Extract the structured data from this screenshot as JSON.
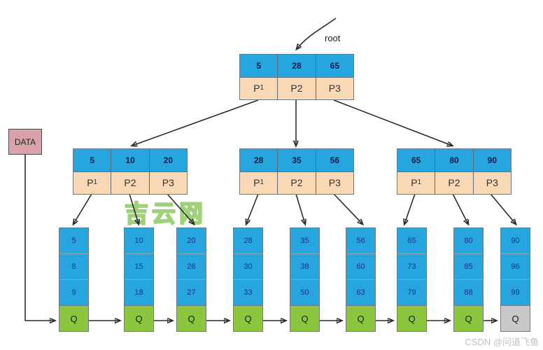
{
  "labels": {
    "root": "root",
    "data": "DATA"
  },
  "watermarks": {
    "center": "吉云网",
    "footer": "CSDN @问道飞鱼"
  },
  "colors": {
    "key_bg": "#27a5de",
    "ptr_bg": "#f9d9b5",
    "q_green": "#8cc63f",
    "q_gray": "#c8c8c8",
    "data_bg": "#d9a2ab",
    "wm_green": "#cdeab4",
    "wm_gray": "#c2c2c2",
    "arrow": "#2b2b2b"
  },
  "root_node": {
    "keys": [
      "5",
      "28",
      "65"
    ],
    "pointers": [
      {
        "base": "P",
        "sub": "1"
      },
      {
        "base": "P2",
        "sub": ""
      },
      {
        "base": "P3",
        "sub": ""
      }
    ]
  },
  "internal_nodes": [
    {
      "keys": [
        "5",
        "10",
        "20"
      ],
      "pointers": [
        {
          "base": "P",
          "sub": "1"
        },
        {
          "base": "P2",
          "sub": ""
        },
        {
          "base": "P3",
          "sub": ""
        }
      ]
    },
    {
      "keys": [
        "28",
        "35",
        "56"
      ],
      "pointers": [
        {
          "base": "P",
          "sub": "1"
        },
        {
          "base": "P2",
          "sub": ""
        },
        {
          "base": "P3",
          "sub": ""
        }
      ]
    },
    {
      "keys": [
        "65",
        "80",
        "90"
      ],
      "pointers": [
        {
          "base": "P",
          "sub": "1"
        },
        {
          "base": "P2",
          "sub": ""
        },
        {
          "base": "P3",
          "sub": ""
        }
      ]
    }
  ],
  "leaf_nodes": [
    {
      "values": [
        "5",
        "8",
        "9"
      ],
      "tail": "Q"
    },
    {
      "values": [
        "10",
        "15",
        "18"
      ],
      "tail": "Q"
    },
    {
      "values": [
        "20",
        "26",
        "27"
      ],
      "tail": "Q"
    },
    {
      "values": [
        "28",
        "30",
        "33"
      ],
      "tail": "Q"
    },
    {
      "values": [
        "35",
        "38",
        "50"
      ],
      "tail": "Q"
    },
    {
      "values": [
        "56",
        "60",
        "63"
      ],
      "tail": "Q"
    },
    {
      "values": [
        "65",
        "73",
        "79"
      ],
      "tail": "Q"
    },
    {
      "values": [
        "80",
        "85",
        "88"
      ],
      "tail": "Q"
    },
    {
      "values": [
        "90",
        "96",
        "99"
      ],
      "tail": "Q"
    }
  ]
}
